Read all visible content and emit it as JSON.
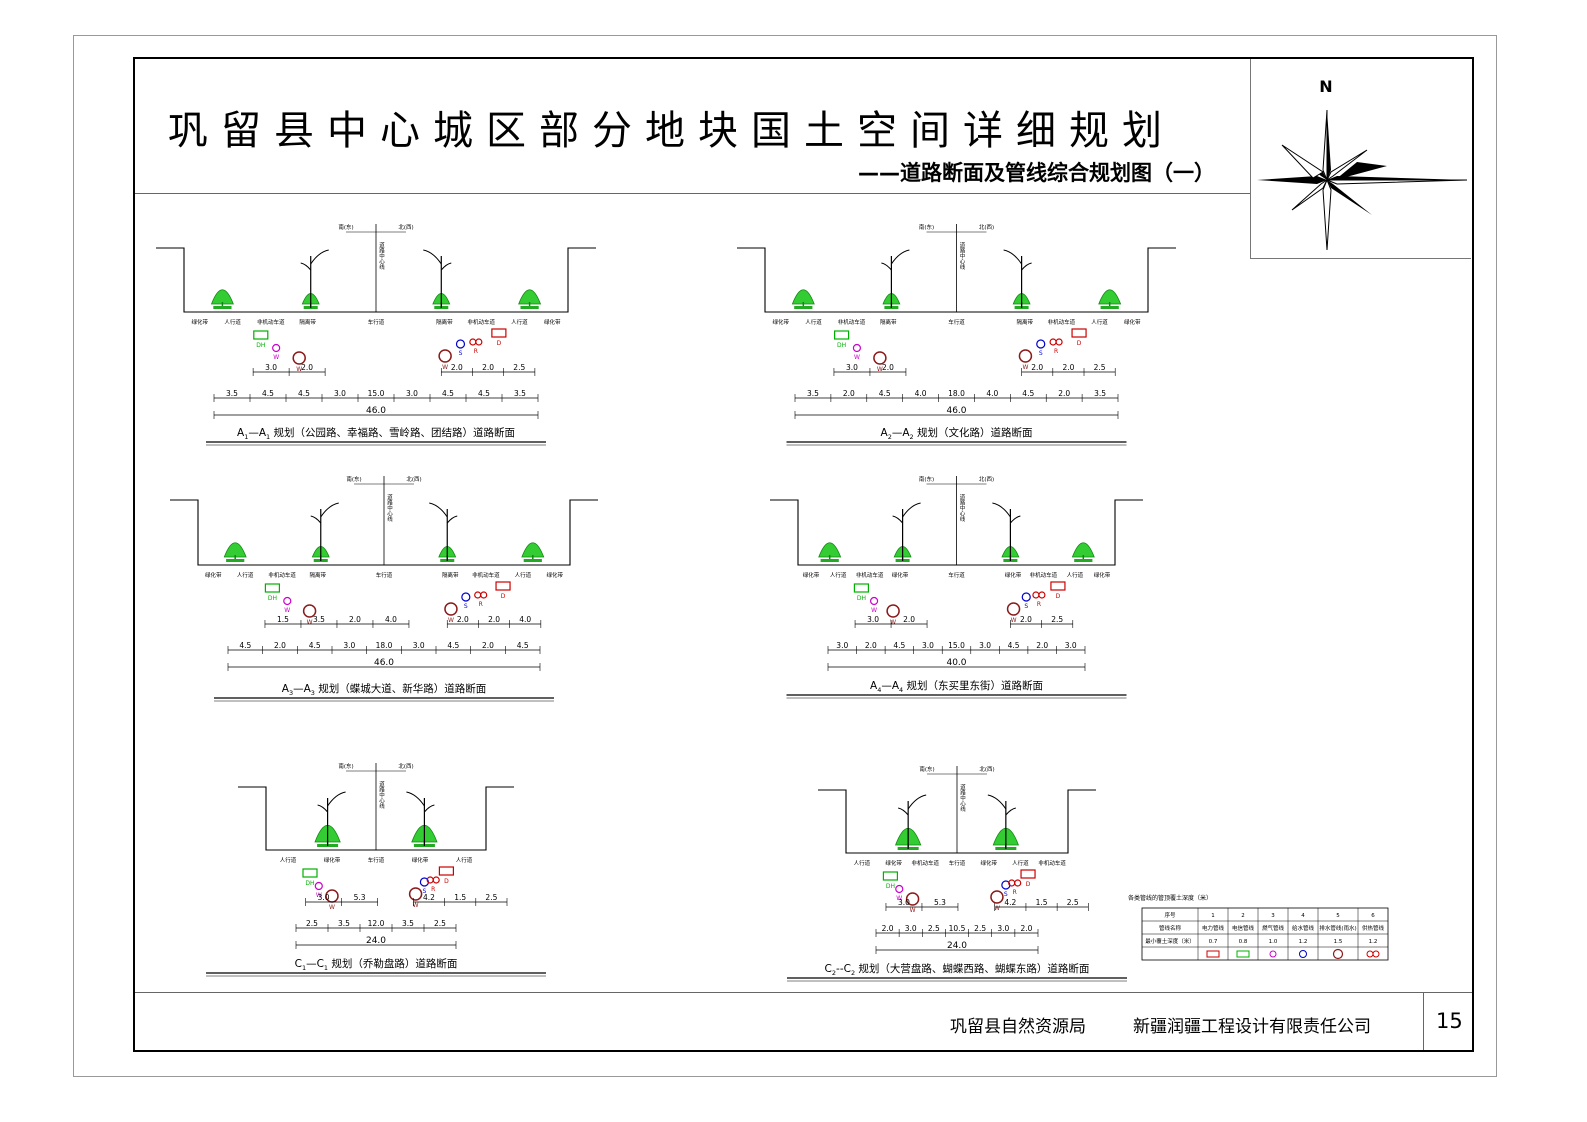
{
  "title": "巩留县中心城区部分地块国土空间详细规划",
  "subtitle": "——道路断面及管线综合规划图（一）",
  "north_label": "N",
  "footer": {
    "bureau": "巩留县自然资源局",
    "company": "新疆润疆工程设计有限责任公司",
    "page": "15"
  },
  "sections": [
    {
      "caption_a": "A",
      "caption_sub1": "1",
      "caption_sep": "—A",
      "caption_sub2": "1",
      "caption_rest": "规划（公园路、幸福路、雪岭路、团结路）道路断面",
      "total": "46.0",
      "dims": [
        "3.5",
        "4.5",
        "4.5",
        "3.0",
        "15.0",
        "3.0",
        "4.5",
        "4.5",
        "3.5"
      ],
      "pipe_dims_left": [
        "3.0",
        "2.0"
      ],
      "pipe_dims_right": [
        "2.0",
        "2.0",
        "2.5"
      ],
      "labels": [
        "绿化带",
        "人行道",
        "非机动车道",
        "隔离带",
        "车行道",
        "隔离带",
        "非机动车道",
        "人行道",
        "绿化带"
      ]
    },
    {
      "caption_a": "A",
      "caption_sub1": "2",
      "caption_sep": "—A",
      "caption_sub2": "2",
      "caption_rest": "规划（文化路）道路断面",
      "total": "46.0",
      "dims": [
        "3.5",
        "2.0",
        "4.5",
        "4.0",
        "18.0",
        "4.0",
        "4.5",
        "2.0",
        "3.5"
      ],
      "pipe_dims_left": [
        "3.0",
        "2.0"
      ],
      "pipe_dims_right": [
        "2.0",
        "2.0",
        "2.5"
      ],
      "labels": [
        "绿化带",
        "人行道",
        "非机动车道",
        "隔离带",
        "车行道",
        "隔离带",
        "非机动车道",
        "人行道",
        "绿化带"
      ]
    },
    {
      "caption_a": "A",
      "caption_sub1": "3",
      "caption_sep": "—A",
      "caption_sub2": "3",
      "caption_rest": "规划（蝶城大道、新华路）道路断面",
      "total": "46.0",
      "dims": [
        "4.5",
        "2.0",
        "4.5",
        "3.0",
        "18.0",
        "3.0",
        "4.5",
        "2.0",
        "4.5"
      ],
      "pipe_dims_left": [
        "1.5",
        "3.5",
        "2.0",
        "4.0"
      ],
      "pipe_dims_right": [
        "2.0",
        "2.0",
        "4.0"
      ],
      "labels": [
        "绿化带",
        "人行道",
        "非机动车道",
        "隔离带",
        "车行道",
        "隔离带",
        "非机动车道",
        "人行道",
        "绿化带"
      ]
    },
    {
      "caption_a": "A",
      "caption_sub1": "4",
      "caption_sep": "—A",
      "caption_sub2": "4",
      "caption_rest": "规划（东买里东街）道路断面",
      "total": "40.0",
      "dims": [
        "3.0",
        "2.0",
        "4.5",
        "3.0",
        "15.0",
        "3.0",
        "4.5",
        "2.0",
        "3.0"
      ],
      "pipe_dims_left": [
        "3.0",
        "2.0"
      ],
      "pipe_dims_right": [
        "2.0",
        "2.5"
      ],
      "labels": [
        "绿化带",
        "人行道",
        "非机动车道",
        "绿化带",
        "车行道",
        "绿化带",
        "非机动车道",
        "人行道",
        "绿化带"
      ]
    },
    {
      "caption_a": "C",
      "caption_sub1": "1",
      "caption_sep": "—C",
      "caption_sub2": "1",
      "caption_rest": "规划（乔勒盘路）道路断面",
      "total": "24.0",
      "dims": [
        "2.5",
        "3.5",
        "12.0",
        "3.5",
        "2.5"
      ],
      "pipe_dims_left": [
        "3.0",
        "5.3"
      ],
      "pipe_dims_right": [
        "4.2",
        "1.5",
        "2.5"
      ],
      "labels": [
        "人行道",
        "绿化带",
        "车行道",
        "绿化带",
        "人行道"
      ]
    },
    {
      "caption_a": "C",
      "caption_sub1": "2",
      "caption_sep": "--C",
      "caption_sub2": "2",
      "caption_rest": "规划（大营盘路、蝴蝶西路、蝴蝶东路）道路断面",
      "total": "24.0",
      "dims": [
        "2.0",
        "3.0",
        "2.5",
        "10.5",
        "2.5",
        "3.0",
        "2.0"
      ],
      "pipe_dims_left": [
        "3.0",
        "5.3"
      ],
      "pipe_dims_right": [
        "4.2",
        "1.5",
        "2.5"
      ],
      "labels": [
        "人行道",
        "绿化带",
        "非机动车道",
        "车行道",
        "绿化带",
        "人行道",
        "非机动车道"
      ]
    }
  ],
  "center_label": "道路中心线",
  "direction_labels": [
    "南(东)",
    "北(西)"
  ],
  "pipe_codes": [
    "DH",
    "W",
    "S",
    "R",
    "D"
  ],
  "pipe_table": {
    "title": "各类管线的管顶覆土深度（米）",
    "rows": [
      [
        "序号",
        "1",
        "2",
        "3",
        "4",
        "5",
        "6"
      ],
      [
        "管线名称",
        "电力管线",
        "电信管线",
        "燃气管线",
        "给水管线",
        "排水管线(雨水)",
        "供热管线"
      ],
      [
        "最小覆土深度（米）",
        "0.7",
        "0.8",
        "1.0",
        "1.2",
        "1.5",
        "1.2"
      ]
    ]
  },
  "colors": {
    "electric": "#cc0000",
    "telecom": "#00b000",
    "gas": "#cc00cc",
    "water": "#0000cc",
    "drain": "#8b1a1a",
    "heat": "#cc0000",
    "tree": "#33cc33"
  }
}
